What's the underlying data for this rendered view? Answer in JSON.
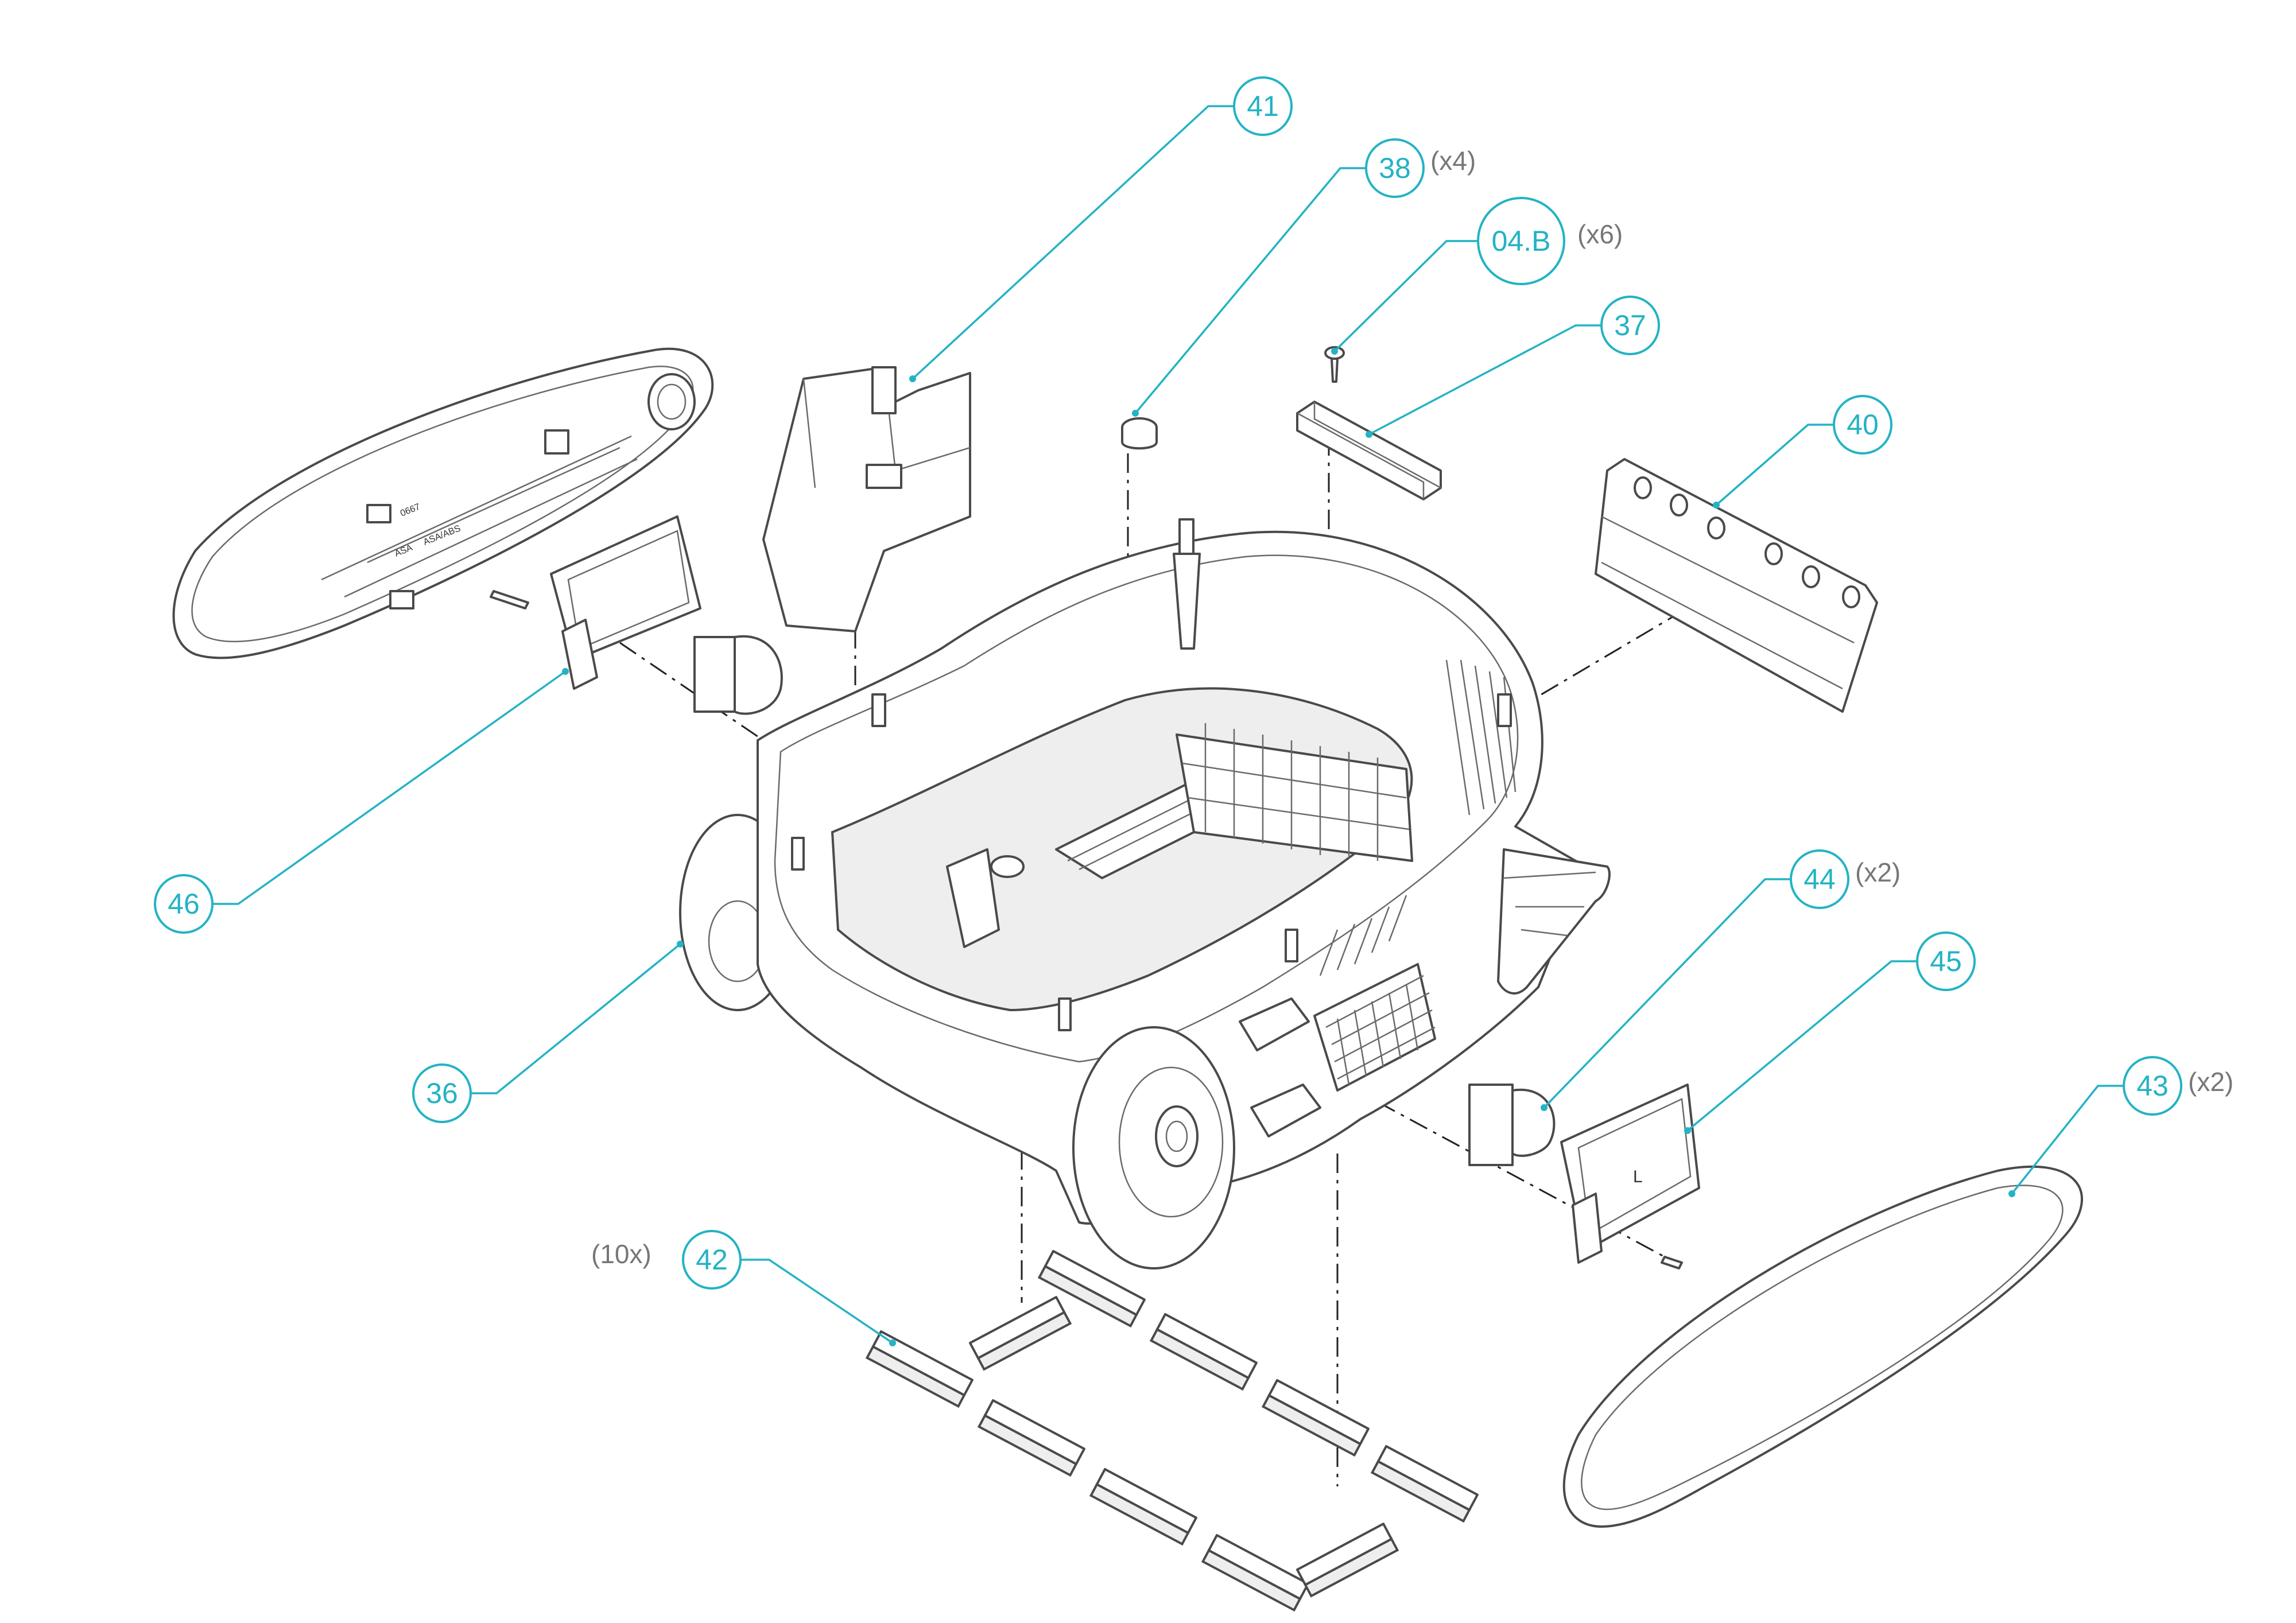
{
  "colors": {
    "accent": "#23b3c4",
    "line": "#4a4a4a",
    "qty": "#777777"
  },
  "callouts": [
    {
      "id": "41",
      "label": "41",
      "qty": ""
    },
    {
      "id": "38",
      "label": "38",
      "qty": "(x4)"
    },
    {
      "id": "04B",
      "label": "04.B",
      "qty": "(x6)"
    },
    {
      "id": "37",
      "label": "37",
      "qty": ""
    },
    {
      "id": "40",
      "label": "40",
      "qty": ""
    },
    {
      "id": "46",
      "label": "46",
      "qty": ""
    },
    {
      "id": "36",
      "label": "36",
      "qty": ""
    },
    {
      "id": "44",
      "label": "44",
      "qty": "(x2)"
    },
    {
      "id": "45",
      "label": "45",
      "qty": ""
    },
    {
      "id": "43",
      "label": "43",
      "qty": "(x2)"
    },
    {
      "id": "42",
      "label": "42",
      "qty": "(10x)"
    }
  ],
  "embossed_text": {
    "part_code": "0667",
    "mat1": "ASA",
    "mat2": "ASA/ABS",
    "side_mark": "L"
  }
}
